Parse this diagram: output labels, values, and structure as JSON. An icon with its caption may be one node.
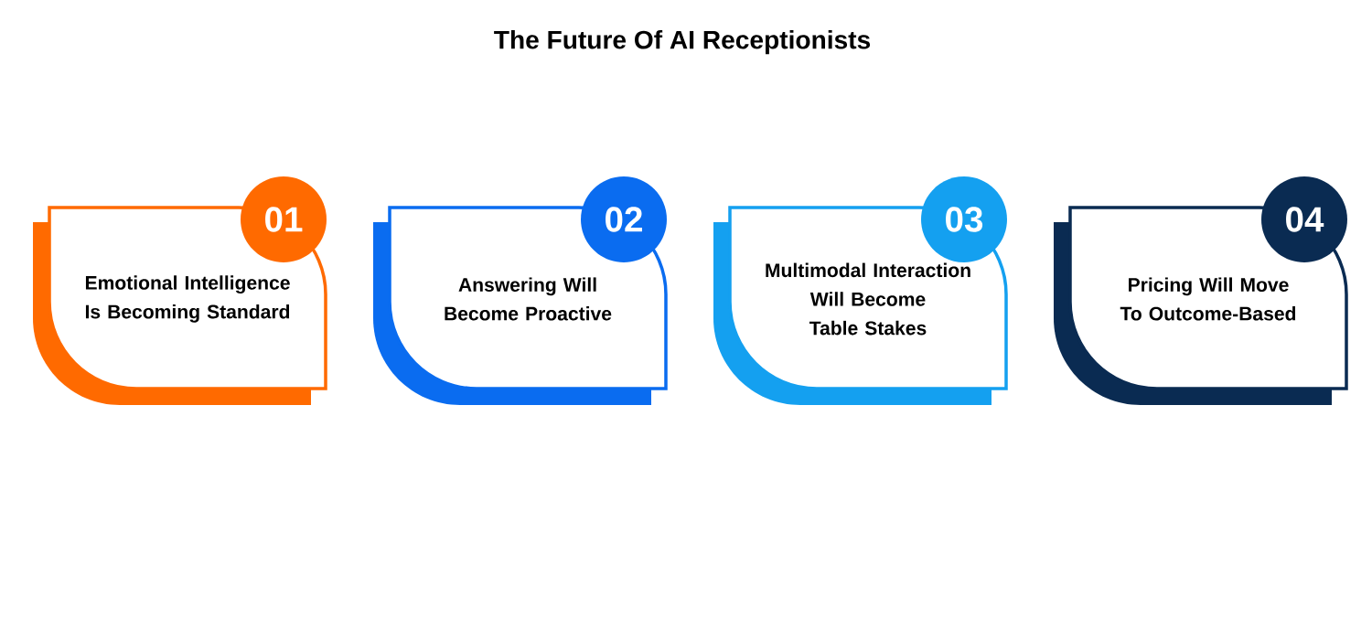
{
  "diagram": {
    "title": "The Future Of AI Receptionists",
    "nodes": [
      {
        "text": [
          "Emotional Intelligence Is Becoming Standard"
        ]
      },
      {
        "text": [
          "01"
        ]
      },
      {
        "text": [
          "Answering Will Become Proactive"
        ]
      },
      {
        "text": [
          "02"
        ]
      },
      {
        "text": [
          "Multimodal Interaction Will Become Table Stakes"
        ]
      },
      {
        "text": [
          "03"
        ]
      },
      {
        "text": [
          "Pricing Will Move To Outcome-Based"
        ]
      },
      {
        "text": [
          "04"
        ]
      }
    ]
  }
}
